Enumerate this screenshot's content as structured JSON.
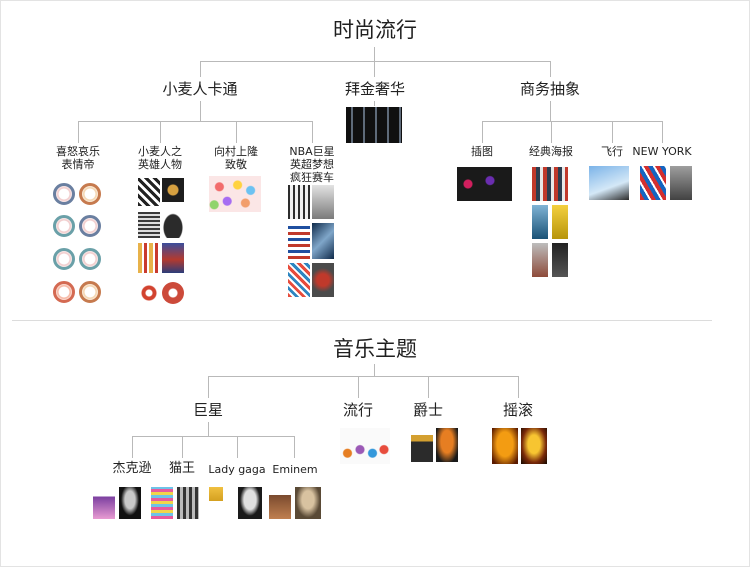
{
  "top": {
    "title": "时尚流行",
    "branches": [
      {
        "label": "小麦人卡通"
      },
      {
        "label": "拜金奢华"
      },
      {
        "label": "商务抽象"
      }
    ],
    "cartoon_children": [
      {
        "line1": "喜怒哀乐",
        "line2": "表情帝"
      },
      {
        "line1": "小麦人之",
        "line2": "英雄人物"
      },
      {
        "line1": "向村上隆",
        "line2": "致敬"
      },
      {
        "line1": "NBA巨星",
        "line2": "英超梦想",
        "line3": "疯狂赛车"
      }
    ],
    "business_children": [
      {
        "label": "插图"
      },
      {
        "label": "经典海报"
      },
      {
        "label": "飞行"
      },
      {
        "label": "NEW YORK"
      }
    ]
  },
  "bottom": {
    "title": "音乐主题",
    "branches": [
      {
        "label": "巨星"
      },
      {
        "label": "流行"
      },
      {
        "label": "爵士"
      },
      {
        "label": "摇滚"
      }
    ],
    "star_children": [
      {
        "label": "杰克逊"
      },
      {
        "label": "猫王"
      },
      {
        "label": "Lady gaga"
      },
      {
        "label": "Eminem"
      }
    ]
  }
}
